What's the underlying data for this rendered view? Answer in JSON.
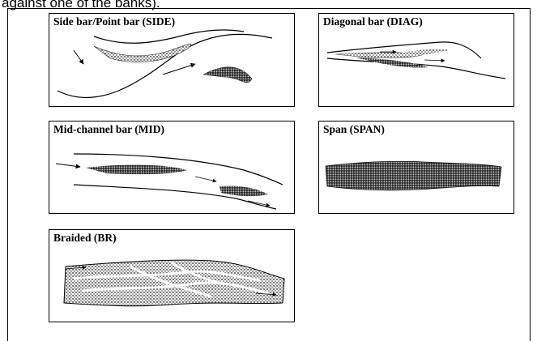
{
  "caption": "against one of the banks).",
  "panels": {
    "side": {
      "title": "Side bar/Point bar (SIDE)"
    },
    "diag": {
      "title": "Diagonal bar (DIAG)"
    },
    "mid": {
      "title": "Mid-channel bar (MID)"
    },
    "span": {
      "title": "Span (SPAN)"
    },
    "br": {
      "title": "Braided (BR)"
    }
  },
  "colors": {
    "ink": "#000000",
    "stipple": "#3a3a3a",
    "background": "#ffffff"
  }
}
